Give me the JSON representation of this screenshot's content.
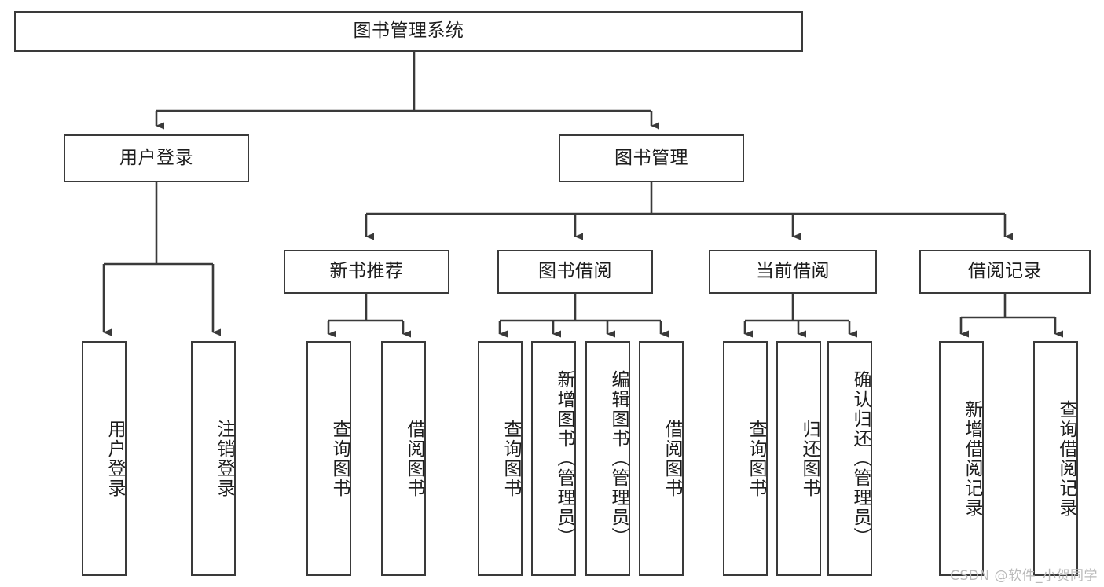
{
  "diagram": {
    "title": "图书管理系统",
    "type": "tree",
    "watermark": "CSDN @软件_小贺同学",
    "colors": {
      "box_border": "#3a3a3a",
      "box_fill": "#ffffff",
      "edge": "#3a3a3a",
      "text": "#1d1d1d",
      "watermark": "#b9b9b9",
      "background": "#ffffff"
    },
    "nodes": {
      "root": {
        "label": "图书管理系统"
      },
      "level2": [
        {
          "label": "用户登录"
        },
        {
          "label": "图书管理"
        }
      ],
      "level3": [
        {
          "label": "新书推荐"
        },
        {
          "label": "图书借阅"
        },
        {
          "label": "当前借阅"
        },
        {
          "label": "借阅记录"
        }
      ],
      "leaves": [
        {
          "label": "用户登录"
        },
        {
          "label": "注销登录"
        },
        {
          "label": "查询图书"
        },
        {
          "label": "借阅图书"
        },
        {
          "label": "查询图书"
        },
        {
          "label": "新增图书（管理员）"
        },
        {
          "label": "编辑图书（管理员）"
        },
        {
          "label": "借阅图书"
        },
        {
          "label": "查询图书"
        },
        {
          "label": "归还图书"
        },
        {
          "label": "确认归还（管理员）"
        },
        {
          "label": "新增借阅记录"
        },
        {
          "label": "查询借阅记录"
        }
      ]
    },
    "edges": [
      {
        "from": "图书管理系统",
        "to": "用户登录"
      },
      {
        "from": "图书管理系统",
        "to": "图书管理"
      },
      {
        "from": "用户登录",
        "to": "用户登录"
      },
      {
        "from": "用户登录",
        "to": "注销登录"
      },
      {
        "from": "图书管理",
        "to": "新书推荐"
      },
      {
        "from": "图书管理",
        "to": "图书借阅"
      },
      {
        "from": "图书管理",
        "to": "当前借阅"
      },
      {
        "from": "图书管理",
        "to": "借阅记录"
      },
      {
        "from": "新书推荐",
        "to": "查询图书"
      },
      {
        "from": "新书推荐",
        "to": "借阅图书"
      },
      {
        "from": "图书借阅",
        "to": "查询图书"
      },
      {
        "from": "图书借阅",
        "to": "新增图书（管理员）"
      },
      {
        "from": "图书借阅",
        "to": "编辑图书（管理员）"
      },
      {
        "from": "图书借阅",
        "to": "借阅图书"
      },
      {
        "from": "当前借阅",
        "to": "查询图书"
      },
      {
        "from": "当前借阅",
        "to": "归还图书"
      },
      {
        "from": "当前借阅",
        "to": "确认归还（管理员）"
      },
      {
        "from": "借阅记录",
        "to": "新增借阅记录"
      },
      {
        "from": "借阅记录",
        "to": "查询借阅记录"
      }
    ]
  }
}
